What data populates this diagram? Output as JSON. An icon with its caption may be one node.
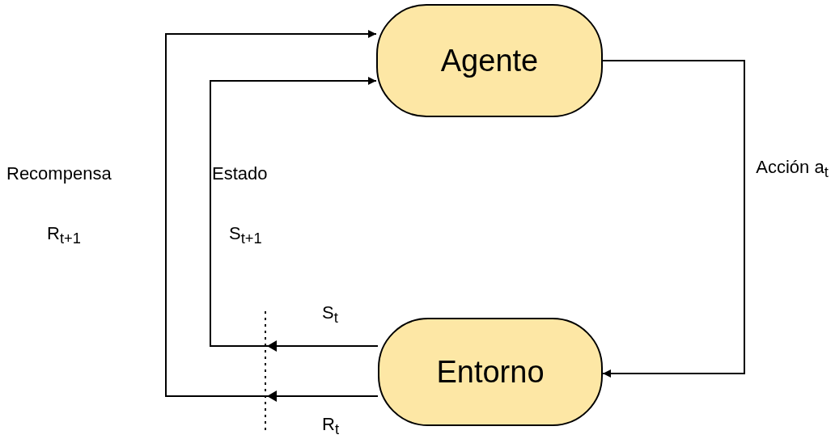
{
  "diagram": {
    "nodes": [
      {
        "text": [
          "Agente"
        ]
      },
      {
        "text": [
          "Entorno"
        ]
      }
    ],
    "edges": [
      {
        "from": 0,
        "to": 1,
        "arrow": "to",
        "label": "Acción a$_{t}$"
      },
      {
        "from": 1,
        "to": 0,
        "arrow": "to"
      },
      {
        "from": 1,
        "to": 0,
        "arrow": "to"
      }
    ],
    "labels": [
      "Recompensa",
      "R$_{t+1}$",
      "Estado",
      "S$_{t+1}$",
      "S$_{t}$",
      "R$_{t}$"
    ]
  }
}
